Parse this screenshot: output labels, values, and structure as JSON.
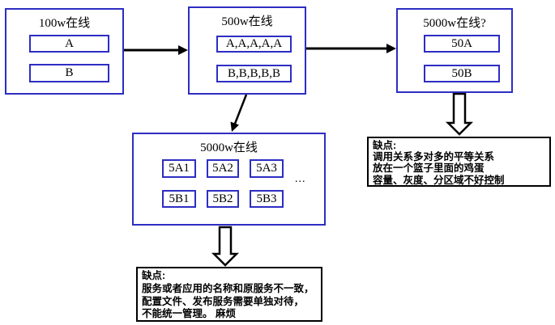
{
  "colors": {
    "box_border": "#2d2dc4",
    "inner_arrow": "#7b7be0",
    "connector": "#000000",
    "note_border": "#000000",
    "background": "#ffffff"
  },
  "boxes": {
    "b100w": {
      "title": "100w在线",
      "items": [
        "A",
        "B"
      ]
    },
    "b500w": {
      "title": "500w在线",
      "items": [
        "A,A,A,A,A",
        "B,B,B,B,B"
      ]
    },
    "b5000wq": {
      "title": "5000w在线?",
      "items": [
        "50A",
        "50B"
      ]
    },
    "b5000w": {
      "title": "5000w在线",
      "columns": [
        {
          "top": "5A1",
          "bottom": "5B1"
        },
        {
          "top": "5A2",
          "bottom": "5B2"
        },
        {
          "top": "5A3",
          "bottom": "5B3"
        }
      ],
      "ellipsis": "..."
    }
  },
  "notes": {
    "right": {
      "heading": "缺点:",
      "lines": [
        "调用关系多对多的平等关系",
        "放在一个篮子里面的鸡蛋",
        "容量、灰度、分区域不好控制"
      ]
    },
    "bottom": {
      "heading": "缺点:",
      "lines": [
        "服务或者应用的名称和原服务不一致，",
        "配置文件、发布服务需要单独对待，",
        "不能统一管理。 麻烦"
      ]
    }
  }
}
